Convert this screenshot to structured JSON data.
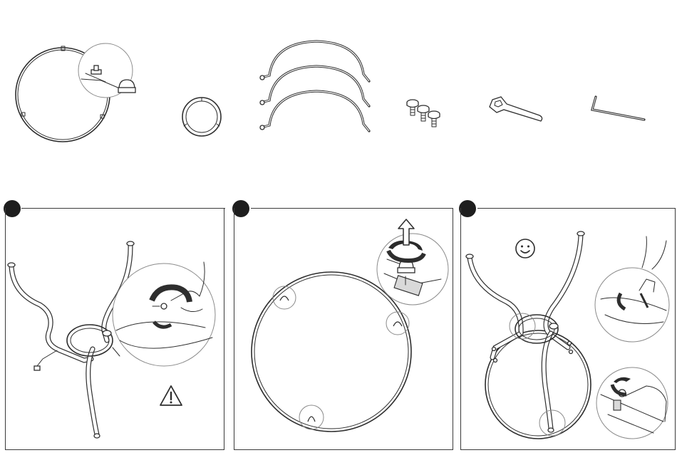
{
  "parts": [
    {
      "id": "ring-frame",
      "icon": "ring-frame-icon"
    },
    {
      "id": "small-ring",
      "icon": "small-ring-icon"
    },
    {
      "id": "arched-legs",
      "icon": "arched-legs-icon",
      "quantity_shown": 3
    },
    {
      "id": "bolts",
      "icon": "bolt-icon",
      "quantity_shown": 3
    },
    {
      "id": "wrench",
      "icon": "wrench-icon"
    },
    {
      "id": "hex-key",
      "icon": "hex-key-icon"
    }
  ],
  "steps": [
    {
      "icons": [
        "legs-assembly-icon",
        "bolt-turn-detail-icon",
        "warning-icon"
      ]
    },
    {
      "icons": [
        "ring-frame-icon",
        "cap-nut-removal-detail-icon",
        "arrow-up-icon"
      ]
    },
    {
      "icons": [
        "final-assembly-icon",
        "smiley-icon",
        "hex-key-turn-detail-icon",
        "wrench-turn-detail-icon"
      ]
    }
  ],
  "colors": {
    "line": "#2e2e2e",
    "marker": "#1e1e1e",
    "background": "#ffffff"
  }
}
